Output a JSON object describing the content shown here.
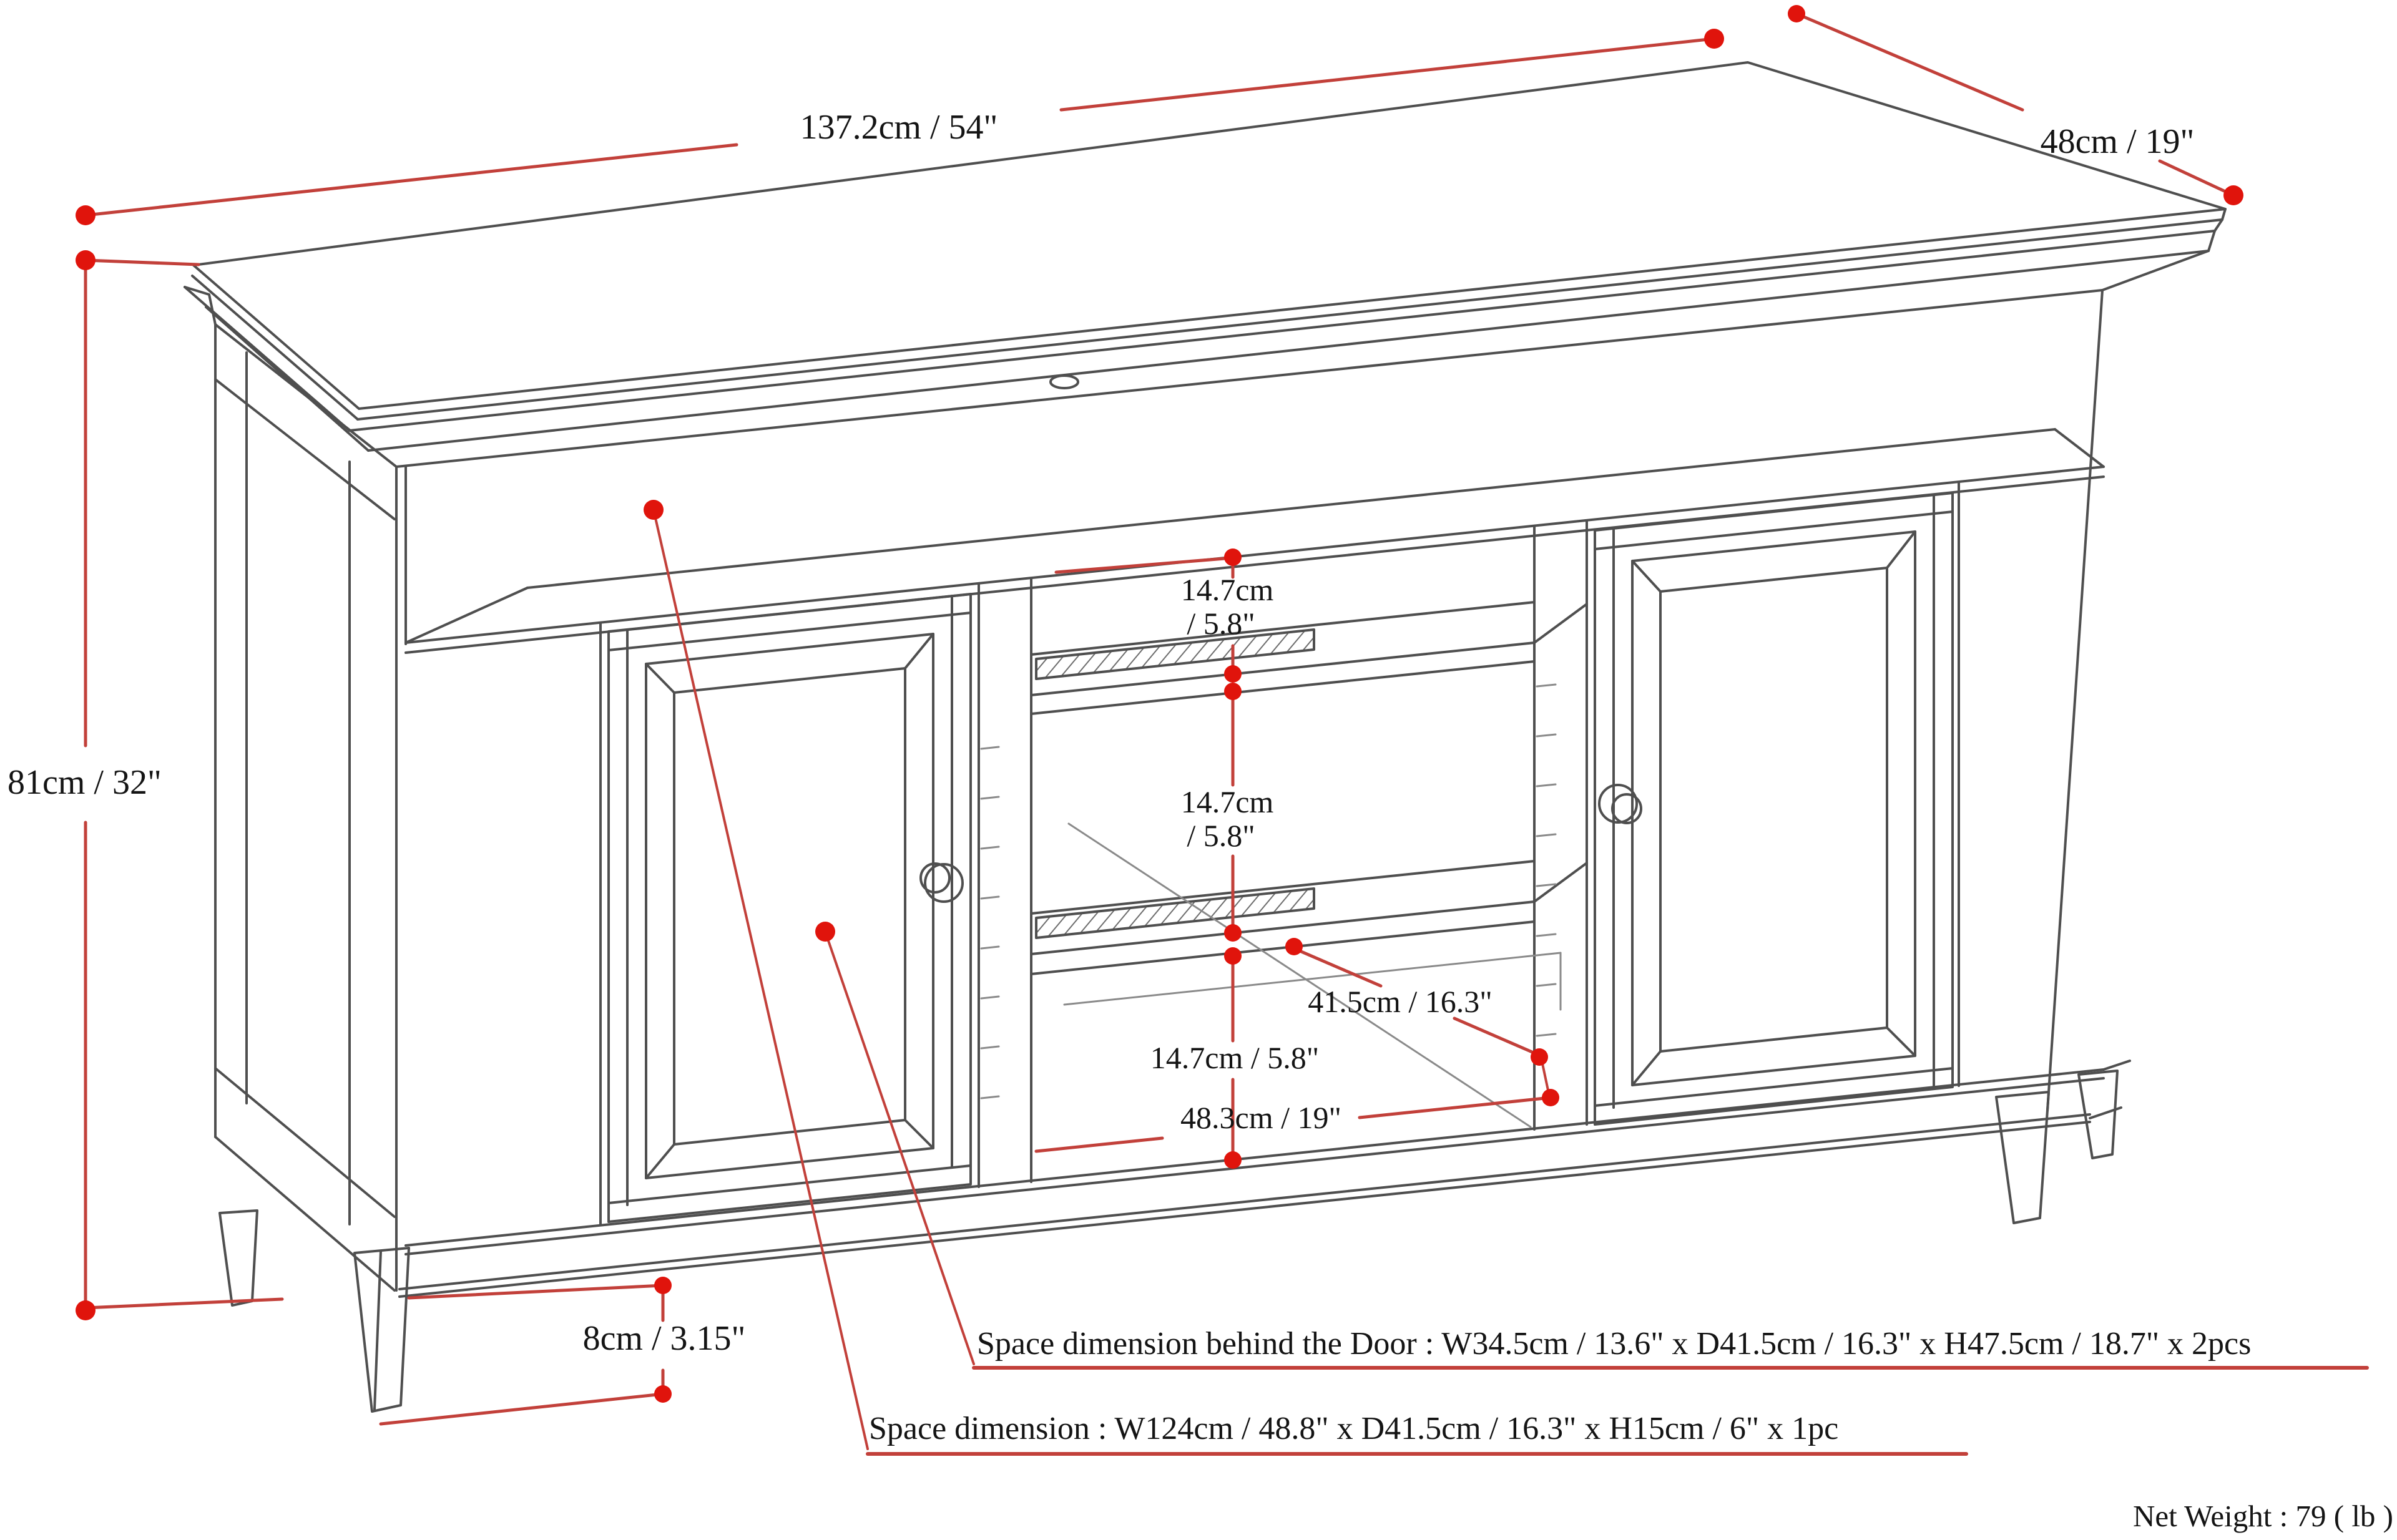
{
  "diagram": {
    "type": "furniture-dimension-drawing",
    "product": "TV stand with two doors, open media shelf and two adjustable centre shelves",
    "colors": {
      "dimension_red": "#c2403a",
      "dot_red": "#e0140c",
      "line_gray": "#4f4f4f",
      "background": "#ffffff"
    },
    "dims": {
      "width": "137.2cm / 54\"",
      "depth": "48cm / 19\"",
      "height": "81cm / 32\"",
      "gap1a": "14.7cm",
      "gap1b": "/ 5.8\"",
      "gap2a": "14.7cm",
      "gap2b": "/ 5.8\"",
      "gap3": "14.7cm / 5.8\"",
      "inner_width": "48.3cm / 19\"",
      "inner_depth": "41.5cm / 16.3\"",
      "leg_height": "8cm / 3.15\""
    },
    "notes": {
      "behind_door": "Space dimension behind the Door  : W34.5cm / 13.6\" x D41.5cm / 16.3\" x H47.5cm / 18.7\" x 2pcs",
      "open_space": "Space dimension : W124cm / 48.8\" x D41.5cm / 16.3\" x H15cm / 6\" x 1pc",
      "net_weight": "Net Weight : 79 ( lb )"
    }
  }
}
